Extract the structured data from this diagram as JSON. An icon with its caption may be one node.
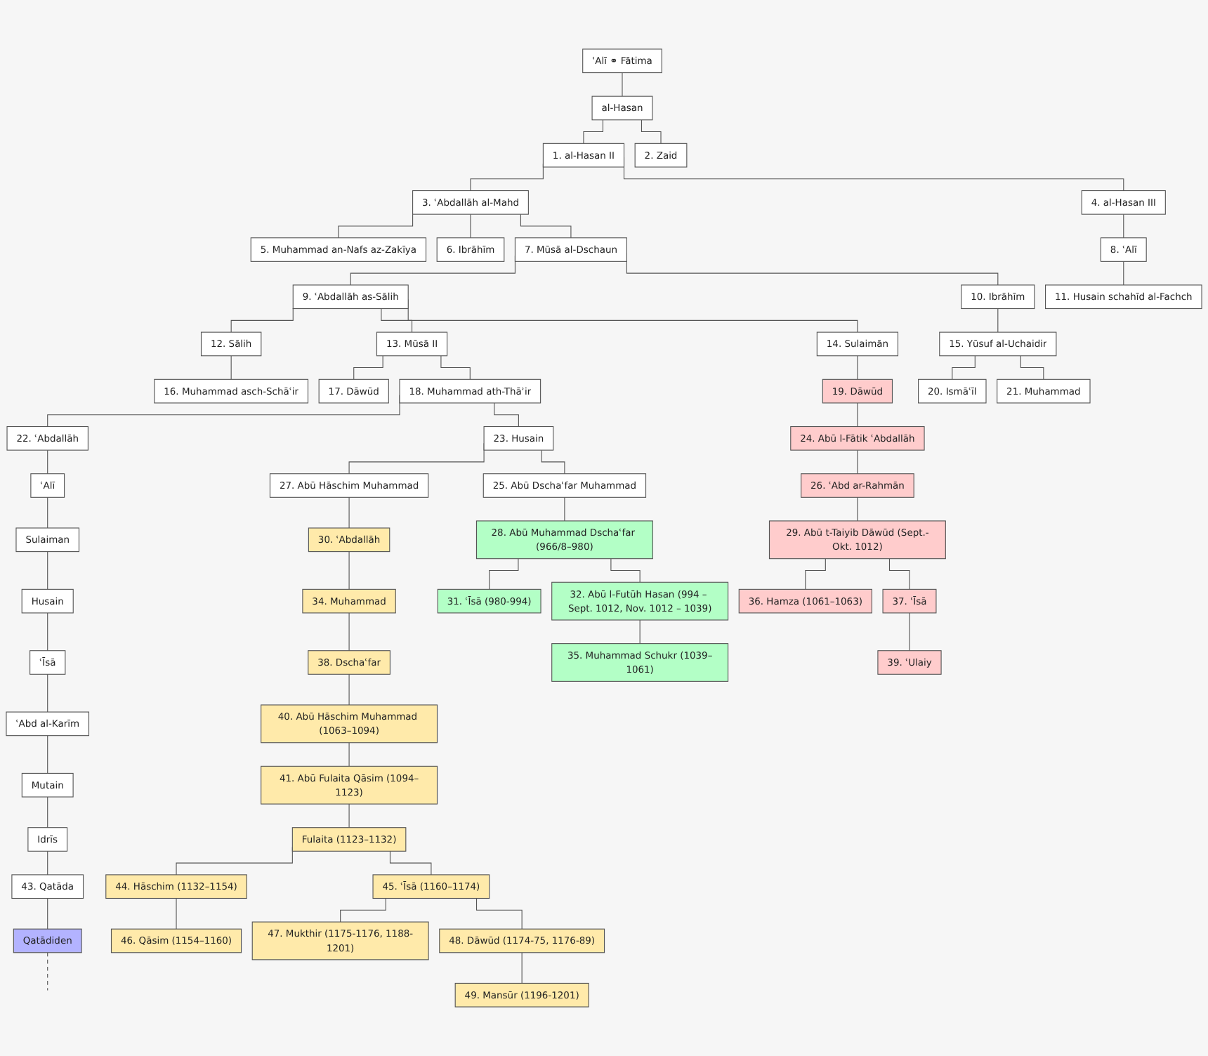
{
  "diagram": {
    "nodes": [
      {
        "text": [
          "ʿAlī ⚭ Fātima"
        ]
      },
      {
        "text": [
          "al-Hasan"
        ]
      },
      {
        "text": [
          "1. al-Hasan II"
        ]
      },
      {
        "text": [
          "2. Zaid"
        ]
      },
      {
        "text": [
          "3. ʿAbdallāh al-Mahd"
        ]
      },
      {
        "text": [
          "4. al-Hasan III"
        ]
      },
      {
        "text": [
          "5. Muhammad an-Nafs az-Zakīya"
        ]
      },
      {
        "text": [
          "6. Ibrāhīm"
        ]
      },
      {
        "text": [
          "7. Mūsā al-Dschaun"
        ]
      },
      {
        "text": [
          "8. ʿAlī"
        ]
      },
      {
        "text": [
          "9. ʿAbdallāh as-Sālih"
        ]
      },
      {
        "text": [
          "10. Ibrāhīm"
        ]
      },
      {
        "text": [
          "11. Husain schahīd al-Fachch"
        ]
      },
      {
        "text": [
          "12. Sālih"
        ]
      },
      {
        "text": [
          "13. Mūsā II"
        ]
      },
      {
        "text": [
          "14. Sulaimān"
        ]
      },
      {
        "text": [
          "15. Yūsuf al-Uchaidir"
        ]
      },
      {
        "text": [
          "16. Muhammad asch-Schāʿir"
        ]
      },
      {
        "text": [
          "17. Dāwūd"
        ]
      },
      {
        "text": [
          "18. Muhammad ath-Thāʾir"
        ]
      },
      {
        "text": [
          "19. Dāwūd"
        ]
      },
      {
        "text": [
          "20. Ismāʿīl"
        ]
      },
      {
        "text": [
          "21. Muhammad"
        ]
      },
      {
        "text": [
          "22. ʿAbdallāh"
        ]
      },
      {
        "text": [
          "23. Husain"
        ]
      },
      {
        "text": [
          "24. Abū l-Fātik ʿAbdallāh"
        ]
      },
      {
        "text": [
          "ʿAlī"
        ]
      },
      {
        "text": [
          "27. Abū Hāschim Muhammad"
        ]
      },
      {
        "text": [
          "Sulaiman"
        ]
      },
      {
        "text": [
          "30. ʿAbdallāh"
        ]
      },
      {
        "text": [
          "25. Abū Dschaʿfar Muhammad"
        ]
      },
      {
        "text": [
          "26. ʿAbd ar-Rahmān"
        ]
      },
      {
        "text": [
          "Husain"
        ]
      },
      {
        "text": [
          "34. Muhammad"
        ]
      },
      {
        "text": [
          "ʿĪsā"
        ]
      },
      {
        "text": [
          "38. Dschaʿfar"
        ]
      },
      {
        "text": [
          "28. Abū Muhammad Dschaʿfar (966/8–980)"
        ]
      },
      {
        "text": [
          "29. Abū t-Taiyib Dāwūd (Sept.-Okt. 1012)"
        ]
      },
      {
        "text": [
          "ʿAbd al-Karīm"
        ]
      },
      {
        "text": [
          "40. Abū Hāschim Muhammad (1063–1094)"
        ]
      },
      {
        "text": [
          "36. Hamza (1061–1063)"
        ]
      },
      {
        "text": [
          "37. ʿĪsā"
        ]
      },
      {
        "text": [
          "39. ʿUlaiy"
        ]
      },
      {
        "text": [
          "31. ʿĪsā (980-994)"
        ]
      },
      {
        "text": [
          "32. Abū l-Futūh Hasan (994 – Sept. 1012, Nov. 1012 – 1039)"
        ]
      },
      {
        "text": [
          "Mutain"
        ]
      },
      {
        "text": [
          "41. Abū Fulaita Qāsim (1094–1123)"
        ]
      },
      {
        "text": [
          "35. Muhammad Schukr (1039–1061)"
        ]
      },
      {
        "text": [
          "Idrīs"
        ]
      },
      {
        "text": [
          "Fulaita (1123–1132)"
        ]
      },
      {
        "text": [
          "43. Qatāda"
        ]
      },
      {
        "text": [
          "44. Hāschim (1132–1154)"
        ]
      },
      {
        "text": [
          "45. ʿĪsā (1160–1174)"
        ]
      },
      {
        "text": [
          "Qatādiden"
        ]
      },
      {
        "text": [
          "46. Qāsim (1154–1160)"
        ]
      },
      {
        "text": [
          "47. Mukthir (1175-1176, 1188-1201)"
        ]
      },
      {
        "text": [
          "48. Dāwūd (1174-75, 1176-89)"
        ]
      },
      {
        "text": [
          "49. Mansūr (1196-1201)"
        ]
      }
    ],
    "edges": [
      {
        "from": 0,
        "to": 1,
        "arrow": "none"
      },
      {
        "from": 1,
        "to": 2,
        "arrow": "none"
      },
      {
        "from": 1,
        "to": 3,
        "arrow": "none"
      },
      {
        "from": 2,
        "to": 4,
        "arrow": "none"
      },
      {
        "from": 2,
        "to": 5,
        "arrow": "none"
      },
      {
        "from": 4,
        "to": 6,
        "arrow": "none"
      },
      {
        "from": 4,
        "to": 7,
        "arrow": "none"
      },
      {
        "from": 4,
        "to": 8,
        "arrow": "none"
      },
      {
        "from": 5,
        "to": 9,
        "arrow": "none"
      },
      {
        "from": 8,
        "to": 10,
        "arrow": "none"
      },
      {
        "from": 8,
        "to": 11,
        "arrow": "none"
      },
      {
        "from": 9,
        "to": 12,
        "arrow": "none"
      },
      {
        "from": 10,
        "to": 13,
        "arrow": "none"
      },
      {
        "from": 10,
        "to": 14,
        "arrow": "none"
      },
      {
        "from": 10,
        "to": 15,
        "arrow": "none"
      },
      {
        "from": 11,
        "to": 16,
        "arrow": "none"
      },
      {
        "from": 13,
        "to": 17,
        "arrow": "none"
      },
      {
        "from": 14,
        "to": 18,
        "arrow": "none"
      },
      {
        "from": 14,
        "to": 19,
        "arrow": "none"
      },
      {
        "from": 15,
        "to": 20,
        "arrow": "none"
      },
      {
        "from": 16,
        "to": 21,
        "arrow": "none"
      },
      {
        "from": 16,
        "to": 22,
        "arrow": "none"
      },
      {
        "from": 19,
        "to": 23,
        "arrow": "none"
      },
      {
        "from": 19,
        "to": 24,
        "arrow": "none"
      },
      {
        "from": 20,
        "to": 25,
        "arrow": "none"
      },
      {
        "from": 23,
        "to": 26,
        "arrow": "none"
      },
      {
        "from": 24,
        "to": 27,
        "arrow": "none"
      },
      {
        "from": 24,
        "to": 30,
        "arrow": "none"
      },
      {
        "from": 26,
        "to": 28,
        "arrow": "none"
      },
      {
        "from": 27,
        "to": 29,
        "arrow": "none"
      },
      {
        "from": 25,
        "to": 31,
        "arrow": "none"
      },
      {
        "from": 28,
        "to": 32,
        "arrow": "none"
      },
      {
        "from": 29,
        "to": 33,
        "arrow": "none"
      },
      {
        "from": 32,
        "to": 34,
        "arrow": "none"
      },
      {
        "from": 33,
        "to": 35,
        "arrow": "none"
      },
      {
        "from": 30,
        "to": 36,
        "arrow": "none"
      },
      {
        "from": 31,
        "to": 37,
        "arrow": "none"
      },
      {
        "from": 34,
        "to": 38,
        "arrow": "none"
      },
      {
        "from": 35,
        "to": 39,
        "arrow": "none"
      },
      {
        "from": 37,
        "to": 40,
        "arrow": "none"
      },
      {
        "from": 37,
        "to": 41,
        "arrow": "none"
      },
      {
        "from": 41,
        "to": 42,
        "arrow": "none"
      },
      {
        "from": 36,
        "to": 43,
        "arrow": "none"
      },
      {
        "from": 36,
        "to": 44,
        "arrow": "none"
      },
      {
        "from": 38,
        "to": 45,
        "arrow": "none"
      },
      {
        "from": 39,
        "to": 46,
        "arrow": "none"
      },
      {
        "from": 44,
        "to": 47,
        "arrow": "none"
      },
      {
        "from": 45,
        "to": 48,
        "arrow": "none"
      },
      {
        "from": 46,
        "to": 49,
        "arrow": "none"
      },
      {
        "from": 48,
        "to": 50,
        "arrow": "none"
      },
      {
        "from": 49,
        "to": 51,
        "arrow": "none"
      },
      {
        "from": 49,
        "to": 52,
        "arrow": "none"
      },
      {
        "from": 50,
        "to": 53,
        "arrow": "none"
      },
      {
        "from": 53,
        "to": null,
        "arrow": "none",
        "style": "dashed"
      },
      {
        "from": 51,
        "to": 54,
        "arrow": "none"
      },
      {
        "from": 52,
        "to": 55,
        "arrow": "none"
      },
      {
        "from": 52,
        "to": 56,
        "arrow": "none"
      },
      {
        "from": 56,
        "to": 57,
        "arrow": "none"
      }
    ]
  }
}
